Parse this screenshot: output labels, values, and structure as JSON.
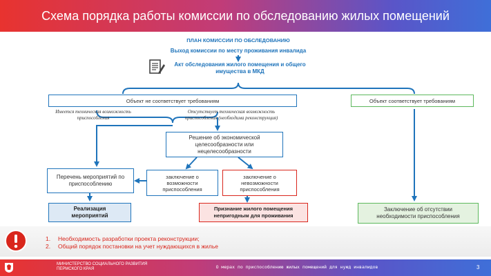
{
  "header": {
    "title": "Схема порядка работы комиссии по обследованию жилых помещений"
  },
  "flow": {
    "plan": "ПЛАН КОМИССИИ ПО ОБСЛЕДОВАНИЮ",
    "visit": "Выход комиссии по месту проживания инвалида",
    "act_line1": "Акт обследования жилого помещения и общего",
    "act_line2": "имущества в МКД",
    "not_compliant": "Объект не соответствует требованиям",
    "compliant": "Объект соответствует требованиям",
    "has_tech_line1": "Имеется техническая возможность",
    "has_tech_line2": "приспособления",
    "no_tech_line1": "Отсутствует техническая возможность",
    "no_tech_line2": "приспособления (необходима реконструкция)",
    "decision_line1": "Решение об экономической",
    "decision_line2": "целесообразности или",
    "decision_line3": "нецелесообразности",
    "measures_line1": "Перечень мероприятий по",
    "measures_line2": "приспособлению",
    "possible_line1": "заключение о",
    "possible_line2": "возможности",
    "possible_line3": "приспособления",
    "impossible_line1": "заключение о",
    "impossible_line2": "невозможности",
    "impossible_line3": "приспособления",
    "implementation_line1": "Реализация",
    "implementation_line2": "мероприятий",
    "unfit_line1": "Признание жилого помещения",
    "unfit_line2": "непригодным для проживания",
    "absence_line1": "Заключение об отсутствии",
    "absence_line2": "необходимости приспособления"
  },
  "notes": [
    {
      "num": "1.",
      "text": "Необходимость разработки проекта реконструкции;"
    },
    {
      "num": "2.",
      "text": "Общий порядок постановки на учет нуждающихся в жилье"
    }
  ],
  "footer": {
    "ministry_line1": "МИНИСТЕРСТВО СОЦИАЛЬНОГО РАЗВИТИЯ",
    "ministry_line2": "ПЕРМСКОГО КРАЯ",
    "center": "О мерах по приспособлению жилых помещений для нужд инвалидов",
    "page": "3"
  },
  "colors": {
    "blue": "#1f74bb",
    "red": "#d9261c",
    "green": "#5cb85c",
    "grey_bg": "#f2f2f2"
  }
}
